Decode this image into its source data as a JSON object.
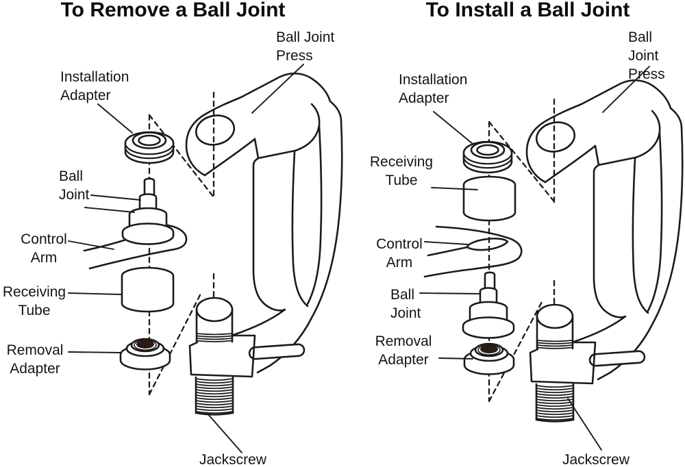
{
  "diagram": {
    "background_color": "#ffffff",
    "line_color": "#1a1a1a",
    "adapter_center_color": "#2a1b13",
    "panels": [
      {
        "title": "To Remove a Ball Joint",
        "labels": {
          "press": "Ball Joint\nPress",
          "installation_adapter": "Installation\nAdapter",
          "ball_joint": "Ball\nJoint",
          "control_arm": "Control\nArm",
          "receiving_tube": "Receiving\nTube",
          "removal_adapter": "Removal\nAdapter",
          "jackscrew": "Jackscrew"
        }
      },
      {
        "title": "To Install a Ball Joint",
        "labels": {
          "press": "Ball Joint\nPress",
          "installation_adapter": "Installation\nAdapter",
          "receiving_tube": "Receiving\nTube",
          "control_arm": "Control\nArm",
          "ball_joint": "Ball\nJoint",
          "removal_adapter": "Removal\nAdapter",
          "jackscrew": "Jackscrew"
        }
      }
    ]
  }
}
